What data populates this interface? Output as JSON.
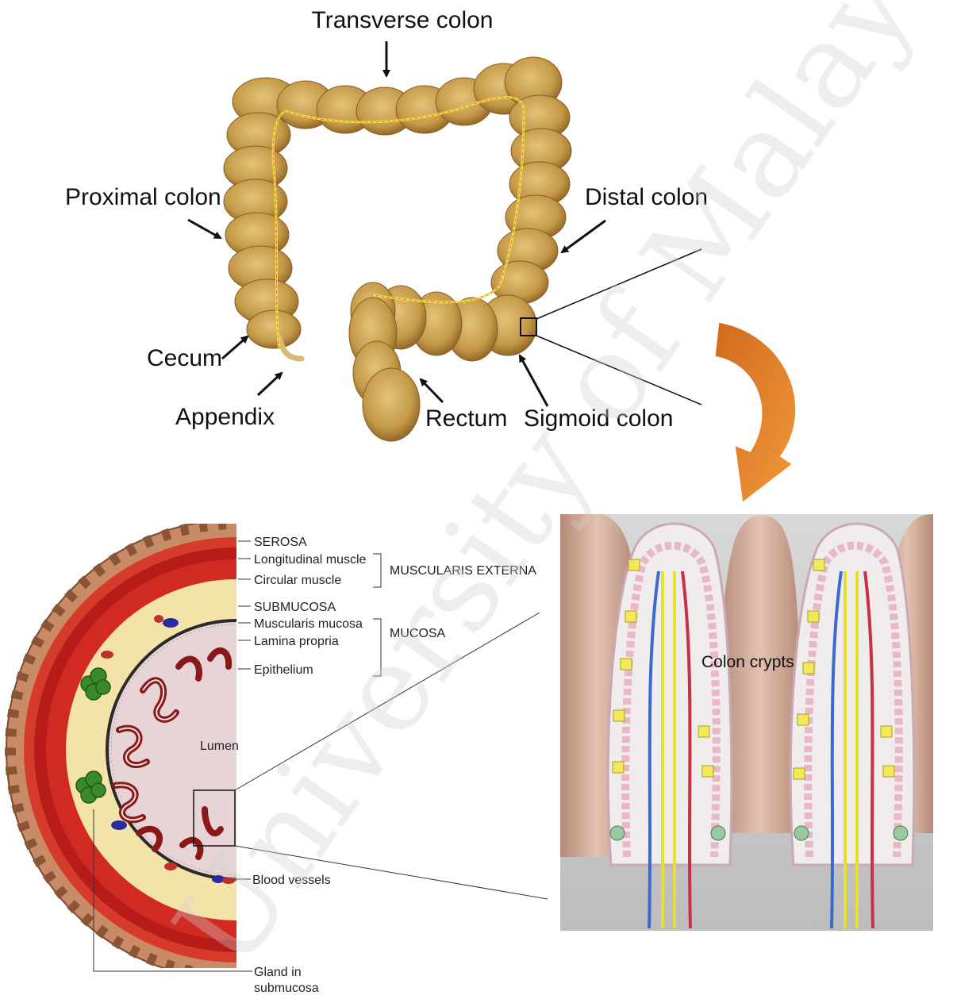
{
  "colon_labels": {
    "transverse": "Transverse colon",
    "proximal": "Proximal colon",
    "distal": "Distal colon",
    "cecum": "Cecum",
    "appendix": "Appendix",
    "rectum": "Rectum",
    "sigmoid": "Sigmoid colon"
  },
  "layer_labels": {
    "serosa": "SEROSA",
    "longitudinal": "Longitudinal muscle",
    "circular": "Circular muscle",
    "muscularis_externa": "MUSCULARIS EXTERNA",
    "submucosa": "SUBMUCOSA",
    "muscularis_mucosa": "Muscularis mucosa",
    "lamina_propria": "Lamina propria",
    "mucosa": "MUCOSA",
    "epithelium": "Epithelium",
    "lumen": "Lumen",
    "blood_vessels": "Blood vessels",
    "gland_line1": "Gland in",
    "gland_line2": "submucosa"
  },
  "crypt_label": "Colon crypts",
  "watermark": "University of Malaya",
  "colors": {
    "colon_tan": "#c9a24f",
    "arrow_orange": "#e8822a",
    "muscle_red": "#c8201c",
    "submucosa_cream": "#f3e3a8",
    "serosa_brown": "#b07050"
  }
}
